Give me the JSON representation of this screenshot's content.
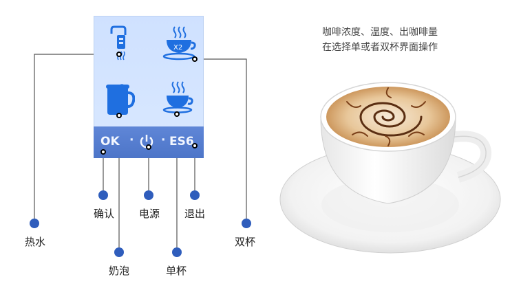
{
  "caption": {
    "line1": "咖啡浓度、温度、出咖啡量",
    "line2": "在选择单或者双杯界面操作"
  },
  "panel": {
    "ok_label": "OK",
    "esc_label": "ES6",
    "separator": "·"
  },
  "callouts": {
    "hot_water": "热水",
    "confirm": "确认",
    "power": "电源",
    "exit": "退出",
    "double_cup": "双杯",
    "milk_foam": "奶泡",
    "single_cup": "单杯",
    "x2_badge": "X2"
  },
  "colors": {
    "panel_bg": "#d4e4ff",
    "panel_bar": "#5a82d3",
    "icon_blue": "#1f6fe0",
    "callout_blue": "#2f5dbc"
  }
}
